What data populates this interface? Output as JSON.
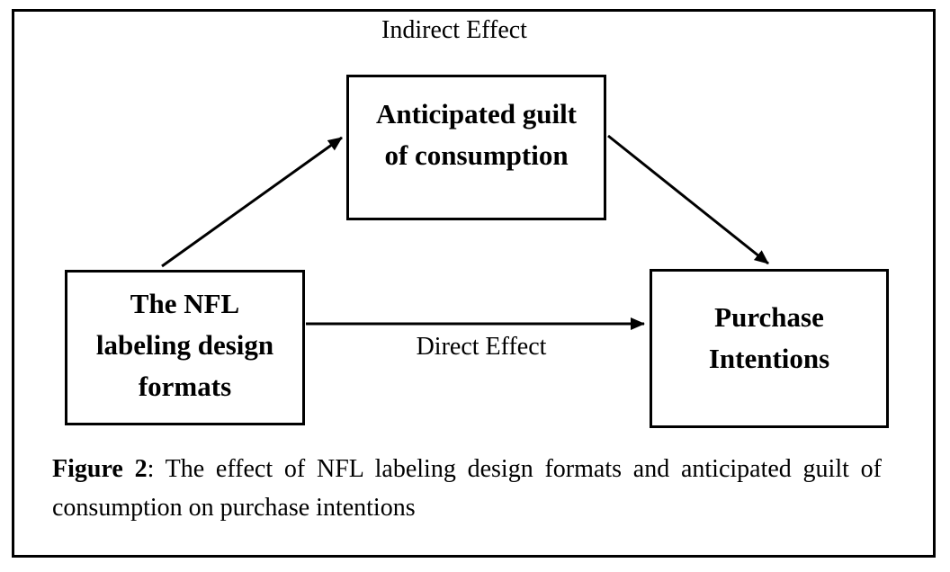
{
  "diagram": {
    "indirect_effect_label": "Indirect Effect",
    "direct_effect_label": "Direct Effect",
    "mediator_box": {
      "line1": "Anticipated guilt",
      "line2": "of consumption"
    },
    "predictor_box": {
      "line1": "The NFL",
      "line2": "labeling design",
      "line3": "formats"
    },
    "outcome_box": {
      "line1": "Purchase",
      "line2": "Intentions"
    }
  },
  "caption": {
    "figure_label": "Figure 2",
    "line1_rest": ": The effect of NFL labeling design formats and anticipated guilt of",
    "line2": "consumption on purchase intentions"
  },
  "colors": {
    "background": "#ffffff",
    "border": "#000000",
    "text": "#000000",
    "arrow": "#000000"
  }
}
